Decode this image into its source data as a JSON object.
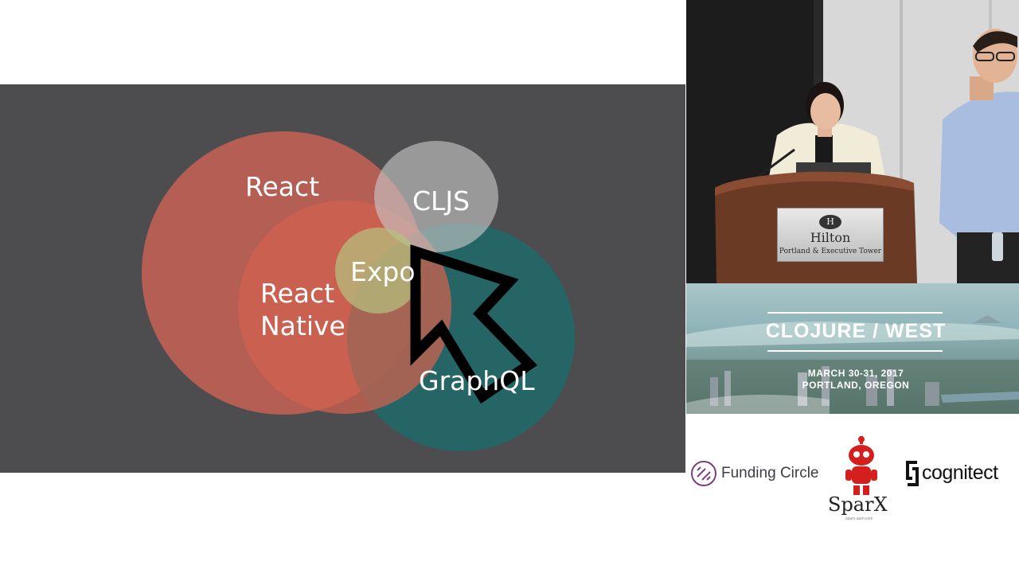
{
  "slide": {
    "background": "#4d4d4f",
    "venn": [
      {
        "name": "react",
        "label": "React",
        "color": "#c76155"
      },
      {
        "name": "react-native",
        "label_line1": "React",
        "label_line2": "Native",
        "color": "#c95f50"
      },
      {
        "name": "cljs",
        "label": "CLJS",
        "color": "#b3b3b3"
      },
      {
        "name": "expo",
        "label": "Expo",
        "color": "#a7b27a"
      },
      {
        "name": "graphql",
        "label": "GraphQL",
        "color": "#1f6a68"
      }
    ],
    "cursor_icon": "mouse-pointer-icon"
  },
  "video": {
    "podium_brand": "Hilton",
    "podium_subtitle": "Portland & Executive Tower",
    "podium_logo": "H"
  },
  "banner": {
    "title": "CLOJURE / WEST",
    "dates": "MARCH 30-31, 2017",
    "location": "PORTLAND, OREGON"
  },
  "sponsors": {
    "funding_circle": "Funding Circle",
    "sparx": "SparX",
    "sparx_url": "sparx-aam.com",
    "cognitect": "cognitect"
  }
}
